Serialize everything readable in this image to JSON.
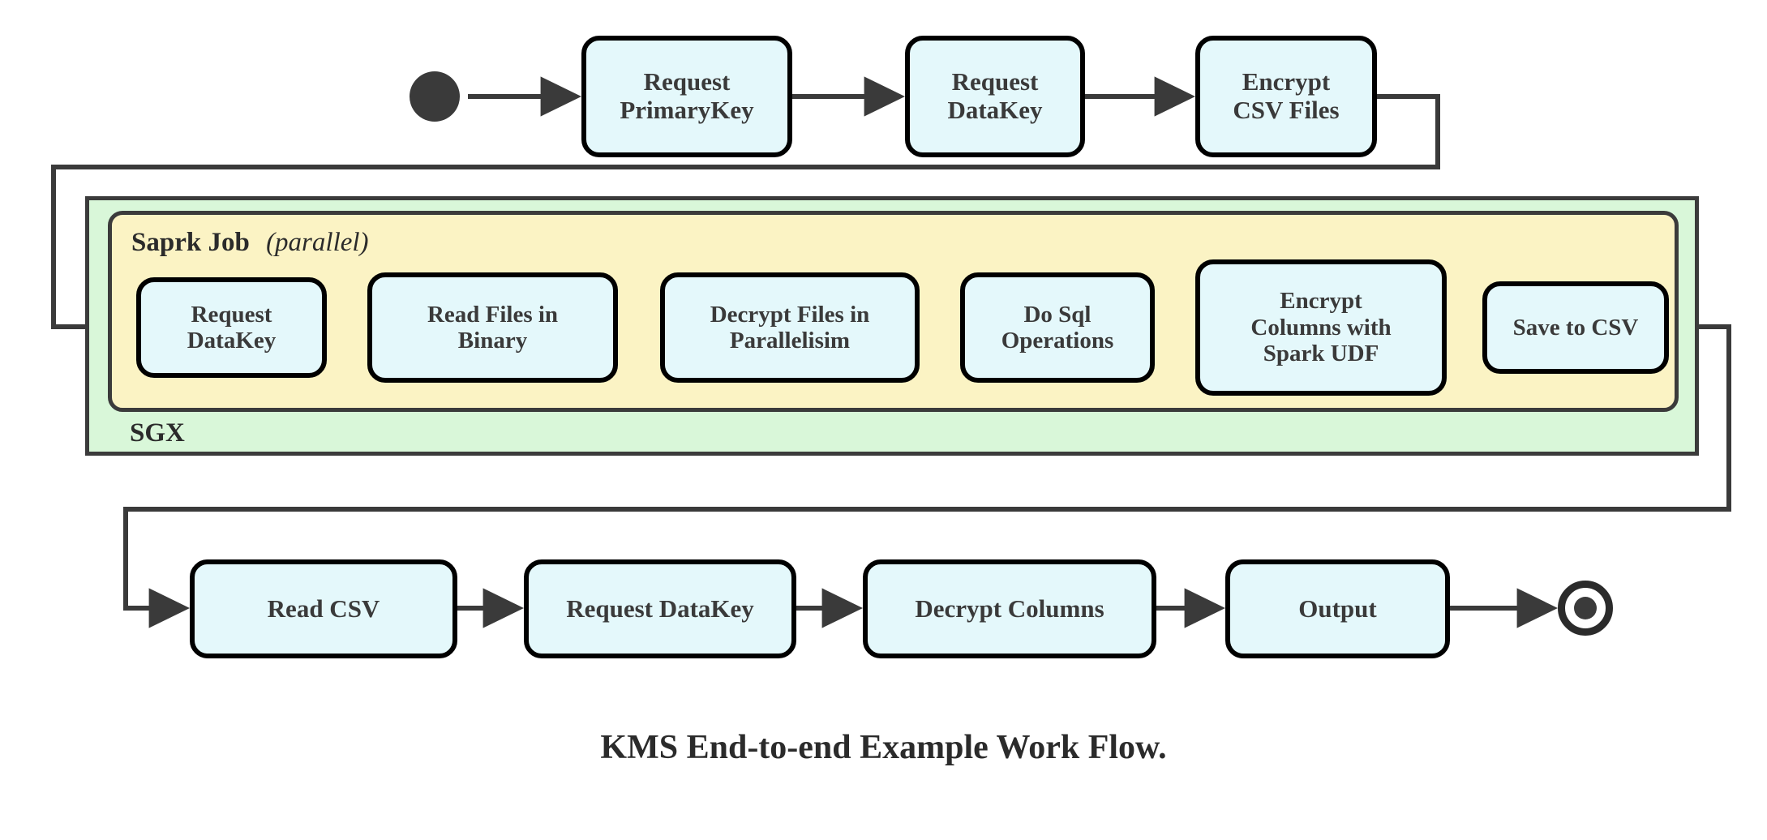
{
  "diagram": {
    "caption": "KMS End-to-end Example Work Flow.",
    "colors": {
      "node_fill": "#e4f8fb",
      "node_stroke": "#000000",
      "sgx_fill": "#d9f7d9",
      "spark_fill": "#fbf3c4",
      "container_stroke": "#3b3b3b",
      "text": "#3a3a3a",
      "arrow": "#3a3a3a"
    },
    "start_marker": "filled-circle",
    "end_marker": "ring-with-filled-center",
    "regions": [
      {
        "id": "sgx",
        "label": "SGX",
        "label_position": "bottom-left"
      },
      {
        "id": "spark",
        "label": "Saprk Job",
        "label_suffix": "(parallel)",
        "label_position": "top-left"
      }
    ],
    "rows": {
      "top": [
        {
          "id": "request-primarykey",
          "lines": [
            "Request",
            "PrimaryKey"
          ]
        },
        {
          "id": "request-datakey-top",
          "lines": [
            "Request",
            "DataKey"
          ]
        },
        {
          "id": "encrypt-csv-files",
          "lines": [
            "Encrypt",
            "CSV Files"
          ]
        }
      ],
      "middle": [
        {
          "id": "request-datakey-spark",
          "lines": [
            "Request",
            "DataKey"
          ]
        },
        {
          "id": "read-files-in-binary",
          "lines": [
            "Read Files in",
            "Binary"
          ]
        },
        {
          "id": "decrypt-files-in-parallelisim",
          "lines": [
            "Decrypt Files in",
            "Parallelisim"
          ]
        },
        {
          "id": "do-sql-operations",
          "lines": [
            "Do Sql",
            "Operations"
          ]
        },
        {
          "id": "encrypt-columns-with-spark-udf",
          "lines": [
            "Encrypt",
            "Columns with",
            "Spark UDF"
          ]
        },
        {
          "id": "save-to-csv",
          "lines": [
            "Save to CSV"
          ]
        }
      ],
      "bottom": [
        {
          "id": "read-csv",
          "lines": [
            "Read CSV"
          ]
        },
        {
          "id": "request-datakey-bottom",
          "lines": [
            "Request DataKey"
          ]
        },
        {
          "id": "decrypt-columns",
          "lines": [
            "Decrypt Columns"
          ]
        },
        {
          "id": "output",
          "lines": [
            "Output"
          ]
        }
      ]
    }
  }
}
